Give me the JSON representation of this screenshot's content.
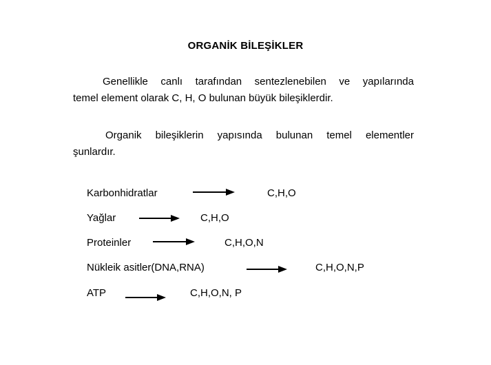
{
  "title": "ORGANİK BİLEŞİKLER",
  "paragraph1": {
    "line1": "Genellikle canlı tarafından sentezlenebilen ve yapılarında",
    "line2": "temel element olarak C, H, O  bulunan  büyük bileşiklerdir."
  },
  "paragraph2": {
    "line1": "Organik bileşiklerin yapısında bulunan  temel elementler",
    "line2": "şunlardır."
  },
  "compounds": [
    {
      "name": "Karbonhidratlar",
      "elements": "C,H,O"
    },
    {
      "name": "Yağlar",
      "elements": "C,H,O"
    },
    {
      "name": "Proteinler",
      "elements": "C,H,O,N"
    },
    {
      "name": "Nükleik asitler(DNA,RNA)",
      "elements": "C,H,O,N,P"
    },
    {
      "name": "ATP",
      "elements": "C,H,O,N, P"
    }
  ]
}
